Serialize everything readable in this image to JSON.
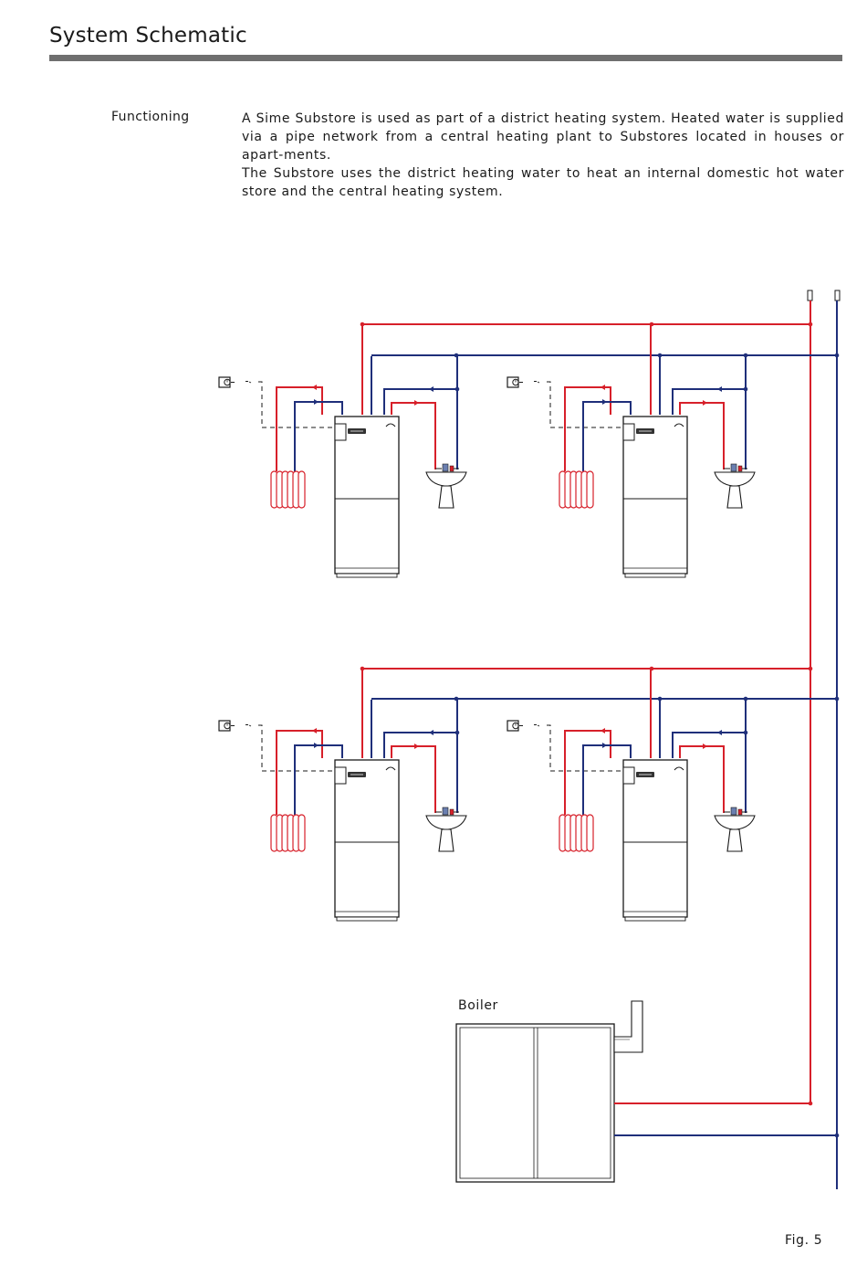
{
  "header": {
    "title": "System Schematic"
  },
  "intro": {
    "label": "Functioning",
    "paragraphs": [
      "A Sime Substore is used as part of a district heating system. Heated water is supplied via a pipe network from a central heating plant to Substores located in houses or apart-ments.",
      "The Substore uses the district heating water to heat an internal domestic hot water store and the central heating system."
    ]
  },
  "diagram": {
    "boiler_label": "Boiler",
    "unit_count": 4,
    "colors": {
      "flow": "#d7202a",
      "return": "#1f2f7a",
      "outline": "#1a1a1a",
      "title_rule": "#6f6f6f"
    },
    "icons": [
      "room-thermostat-icon",
      "radiator-icon",
      "washbasin-icon",
      "substore-unit-icon",
      "boiler-icon",
      "flue-icon"
    ]
  },
  "footer": {
    "figure": "Fig. 5"
  }
}
